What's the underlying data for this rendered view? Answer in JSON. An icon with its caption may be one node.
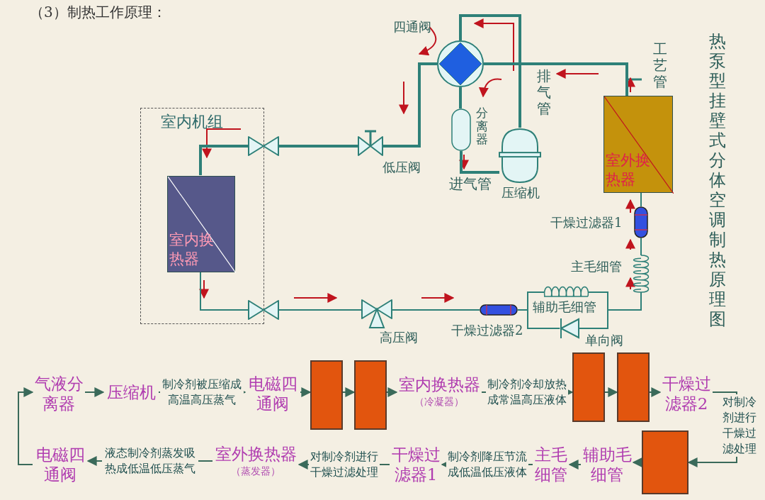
{
  "diagram": {
    "title": "（3）制热工作原理：",
    "caption": "热泵型挂壁式分体空调制热原理图",
    "nodes": [
      {
        "text": [
          "室内机组"
        ]
      },
      {
        "text": [
          "室内换热器"
        ],
        "in": 0
      },
      {
        "text": [],
        "shape": "circle",
        "beside": [
          "四通阀"
        ]
      },
      {
        "text": [],
        "shape": "valve",
        "beside": [
          "低压阀"
        ]
      },
      {
        "text": [],
        "shape": "capsule",
        "beside": [
          "分离器"
        ]
      },
      {
        "text": [],
        "shape": "tank",
        "beside": [
          "压缩机"
        ]
      },
      {
        "text": [
          "室外换热器"
        ]
      },
      {
        "text": [],
        "shape": "capsule",
        "beside": [
          "干燥过滤器1"
        ]
      },
      {
        "text": [],
        "shape": "coil",
        "beside": [
          "主毛细管"
        ]
      },
      {
        "text": [],
        "shape": "coil",
        "beside": [
          "辅助毛细管"
        ]
      },
      {
        "text": [],
        "shape": "triangle",
        "beside": [
          "单向阀"
        ]
      },
      {
        "text": [],
        "shape": "capsule",
        "beside": [
          "干燥过滤器2"
        ]
      },
      {
        "text": [],
        "shape": "valve",
        "beside": [
          "高压阀"
        ]
      },
      {
        "text": [],
        "shape": "valve"
      },
      {
        "text": [],
        "shape": "valve"
      },
      {
        "text": [
          "气液分离器"
        ]
      },
      {
        "text": [
          "压缩机"
        ]
      },
      {
        "text": [
          "电磁四通阀"
        ]
      },
      {
        "text": [],
        "shape": "box"
      },
      {
        "text": [],
        "shape": "box"
      },
      {
        "text": [
          "室内换热器",
          "（冷凝器）"
        ]
      },
      {
        "text": [],
        "shape": "box"
      },
      {
        "text": [],
        "shape": "box"
      },
      {
        "text": [
          "干燥过滤器2"
        ]
      },
      {
        "text": [],
        "shape": "box"
      },
      {
        "text": [
          "辅助毛细管"
        ]
      },
      {
        "text": [
          "主毛细管"
        ]
      },
      {
        "text": [
          "干燥过滤器1"
        ]
      },
      {
        "text": [
          "室外换热器",
          "（蒸发器）"
        ]
      },
      {
        "text": [
          "电磁四通阀"
        ]
      }
    ],
    "edges": [
      {
        "from": 5,
        "to": 2,
        "arrow": "none",
        "style": "thick"
      },
      {
        "from": 2,
        "to": 3,
        "arrow": "none",
        "style": "thick"
      },
      {
        "from": 3,
        "to": 13,
        "arrow": "none",
        "style": "thick"
      },
      {
        "from": 13,
        "to": 1,
        "arrow": "none",
        "style": "thick"
      },
      {
        "from": 1,
        "to": 14,
        "arrow": "none"
      },
      {
        "from": 14,
        "to": 12,
        "arrow": "none"
      },
      {
        "from": 12,
        "to": 11,
        "arrow": "none"
      },
      {
        "from": 11,
        "to": 9,
        "arrow": "none"
      },
      {
        "from": 11,
        "to": 10,
        "arrow": "none"
      },
      {
        "from": 9,
        "to": 8,
        "arrow": "none"
      },
      {
        "from": 10,
        "to": 8,
        "arrow": "none"
      },
      {
        "from": 8,
        "to": 7,
        "arrow": "none"
      },
      {
        "from": 7,
        "to": 6,
        "arrow": "none"
      },
      {
        "from": 6,
        "to": 2,
        "arrow": "none",
        "style": "thick"
      },
      {
        "from": 2,
        "to": 4,
        "arrow": "none",
        "style": "thick"
      },
      {
        "from": 4,
        "to": 5,
        "arrow": "none",
        "style": "thick"
      },
      {
        "from": 15,
        "to": 16,
        "arrow": "to"
      },
      {
        "from": 16,
        "to": 17,
        "arrow": "to",
        "label": "制冷剂被压缩成高温高压蒸气"
      },
      {
        "from": 17,
        "to": 18,
        "arrow": "to"
      },
      {
        "from": 18,
        "to": 19,
        "arrow": "to"
      },
      {
        "from": 19,
        "to": 20,
        "arrow": "to"
      },
      {
        "from": 20,
        "to": 21,
        "arrow": "to",
        "label": "制冷剂冷却放热成常温高压液体"
      },
      {
        "from": 21,
        "to": 22,
        "arrow": "to"
      },
      {
        "from": 22,
        "to": 23,
        "arrow": "to"
      },
      {
        "from": 23,
        "to": 24,
        "arrow": "to",
        "label": "对制冷剂进行干燥过滤处理"
      },
      {
        "from": 24,
        "to": 25,
        "arrow": "to"
      },
      {
        "from": 25,
        "to": 26,
        "arrow": "to"
      },
      {
        "from": 26,
        "to": 27,
        "arrow": "to",
        "label": "制冷剂降压节流成低温低压液体"
      },
      {
        "from": 27,
        "to": 28,
        "arrow": "to",
        "label": "对制冷剂进行干燥过滤处理"
      },
      {
        "from": 28,
        "to": 29,
        "arrow": "to",
        "label": "液态制冷剂蒸发吸热成低温低压蒸气"
      },
      {
        "from": 29,
        "to": 15,
        "arrow": "to"
      }
    ],
    "labels": [
      "排气管",
      "工艺管",
      "进气管"
    ]
  }
}
